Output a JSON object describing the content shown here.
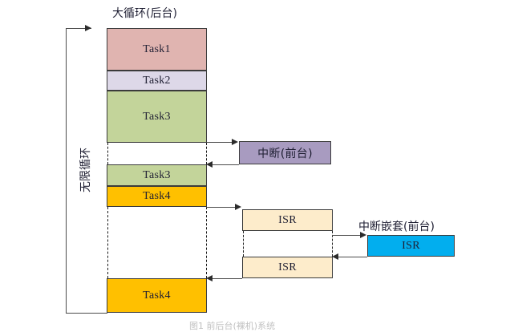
{
  "diagram": {
    "title_main_loop": "大循环(后台)",
    "title_interrupt": "中断(前台)",
    "title_nested": "中断嵌套(前台)",
    "loop_label": "无限循环",
    "caption": "图1 前后台(裸机)系统",
    "colors": {
      "task1": "#e0b4b0",
      "task2": "#ddd8e8",
      "task3": "#c3d49a",
      "task4": "#ffc000",
      "interrupt": "#a89bc0",
      "isr": "#fdeccb",
      "nested_isr": "#02aeee",
      "stroke": "#3b3b3b",
      "line": "#4b4b4b"
    },
    "main_stack": [
      {
        "label": "Task1",
        "fill": "#e0b4b0"
      },
      {
        "label": "Task2",
        "fill": "#ddd8e8"
      },
      {
        "label": "Task3",
        "fill": "#c3d49a"
      },
      {
        "label": "Task3",
        "fill": "#c3d49a"
      },
      {
        "label": "Task4",
        "fill": "#ffc000"
      },
      {
        "label": "Task4",
        "fill": "#ffc000"
      }
    ],
    "interrupt_box": {
      "label": "中断(前台)",
      "fill": "#a89bc0"
    },
    "isr_boxes": [
      {
        "label": "ISR",
        "fill": "#fdeccb"
      },
      {
        "label": "ISR",
        "fill": "#fdeccb"
      }
    ],
    "nested_isr_box": {
      "label": "ISR",
      "fill": "#02aeee"
    }
  }
}
